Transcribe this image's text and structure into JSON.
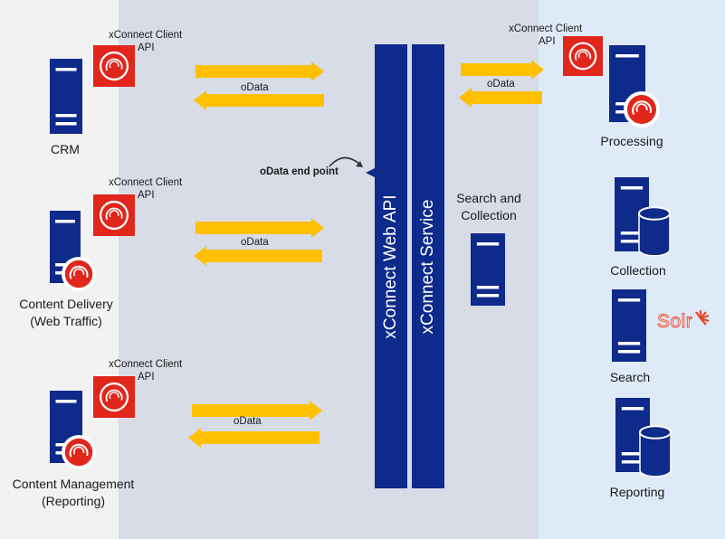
{
  "colors": {
    "left_panel": "#f2f2f2",
    "middle_panel": "#d7dce6",
    "right_panel": "#deeaf7",
    "server_blue": "#0e2a8a",
    "arrow_yellow": "#fec000",
    "sitecore_red": "#e1261c",
    "solr_red": "#e8452c"
  },
  "left_systems": [
    {
      "label_line1": "CRM",
      "label_line2": "",
      "client_api_line1": "xConnect Client",
      "client_api_line2": "API",
      "arrow_label": "oData"
    },
    {
      "label_line1": "Content Delivery",
      "label_line2": "(Web Traffic)",
      "client_api_line1": "xConnect Client",
      "client_api_line2": "API",
      "arrow_label": "oData"
    },
    {
      "label_line1": "Content Management",
      "label_line2": "(Reporting)",
      "client_api_line1": "xConnect Client",
      "client_api_line2": "API",
      "arrow_label": "oData"
    }
  ],
  "odata_endpoint_label": "oData end point",
  "web_api_label": "xConnect Web API",
  "service_label": "xConnect Service",
  "search_collection": {
    "line1": "Search and",
    "line2": "Collection"
  },
  "processing": {
    "label": "Processing",
    "client_api_line1": "xConnect Client",
    "client_api_line2": "API",
    "arrow_label": "oData"
  },
  "right_servers": [
    {
      "label": "Collection",
      "icon": "database-icon"
    },
    {
      "label": "Search",
      "icon": "solr-logo",
      "logo_text": "Solr"
    },
    {
      "label": "Reporting",
      "icon": "database-icon"
    }
  ]
}
